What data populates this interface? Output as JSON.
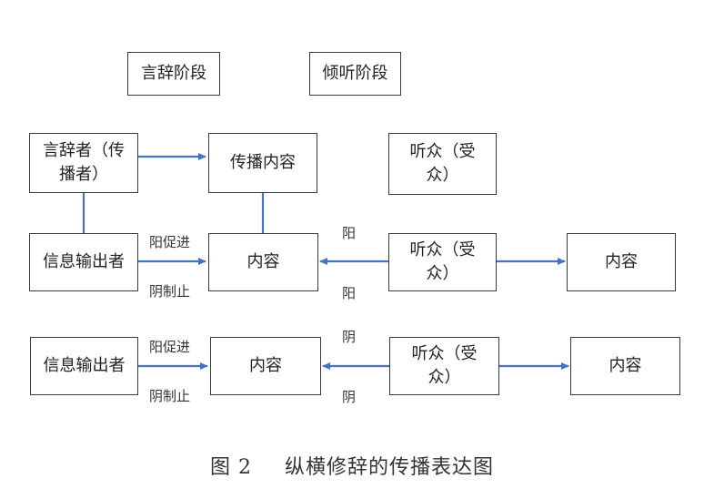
{
  "stages": {
    "speech": "言辞阶段",
    "listen": "倾听阶段"
  },
  "row1": {
    "speaker": "言辞者（传播者）",
    "content": "传播内容",
    "audience": "听众（受众）"
  },
  "row2": {
    "output": "信息输出者",
    "content": "内容",
    "audience": "听众（受众）",
    "content_right": "内容",
    "yang_promote": "阳促进",
    "yin_restrain": "阴制止",
    "yang": "阳",
    "yin": "阳"
  },
  "row3": {
    "output": "信息输出者",
    "content": "内容",
    "audience": "听众（受众）",
    "content_right": "内容",
    "yang_promote": "阳促进",
    "yin_restrain": "阴制止",
    "yin_top": "阴",
    "yin_bottom": "阴"
  },
  "caption": {
    "label": "图 2",
    "title": "纵横修辞的传播表达图"
  },
  "colors": {
    "arrow": "#4472c4",
    "border": "#3a3a3a"
  }
}
